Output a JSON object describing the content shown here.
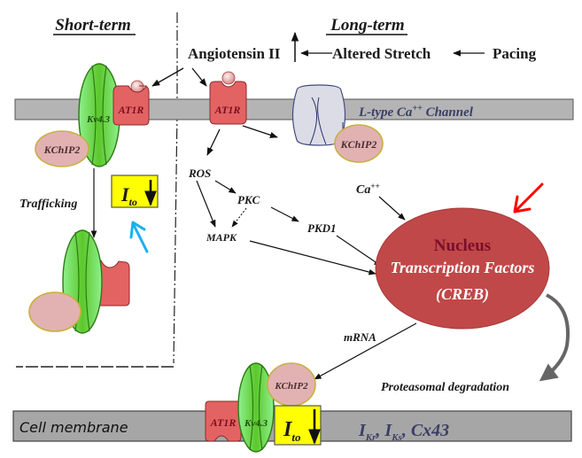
{
  "headings": {
    "short_term": "Short-term",
    "long_term": "Long-term"
  },
  "stimuli": {
    "angiotensin": "Angiotensin II",
    "stretch": "Altered Stretch",
    "pacing": "Pacing"
  },
  "proteins": {
    "at1r": "AT1R",
    "kv43": "Kv4.3",
    "kchip2": "KChIP2",
    "l_type_channel": "L-type Ca",
    "l_type_channel_sup": "++",
    "l_type_channel_suffix": " Channel"
  },
  "signaling": {
    "ros": "ROS",
    "pkc": "PKC",
    "mapk": "MAPK",
    "pkd1": "PKD1",
    "calcium": "Ca",
    "calcium_sup": "++"
  },
  "nucleus": {
    "title": "Nucleus",
    "line1": "Transcription Factors",
    "line2": "(CREB)"
  },
  "labels": {
    "trafficking": "Trafficking",
    "mrna": "mRNA",
    "proteasomal": "Proteasomal degradation",
    "cell_membrane": "Cell membrane",
    "ito_main": "I",
    "ito_sub": "to",
    "ikr_main": "I",
    "ikr_sub": "Kr",
    "iks_main": "I",
    "iks_sub": "Ks",
    "cx43": "Cx43",
    "separator": ","
  },
  "colors": {
    "membrane": "#b4b4b4",
    "at1r": "#e06060",
    "kv43": "#7ee07e",
    "kchip2": "#e0b0b0",
    "ito_box": "#ffff00",
    "nucleus": "#c04848",
    "annotation_red": "#ff0000",
    "annotation_blue": "#1ab0f0"
  }
}
